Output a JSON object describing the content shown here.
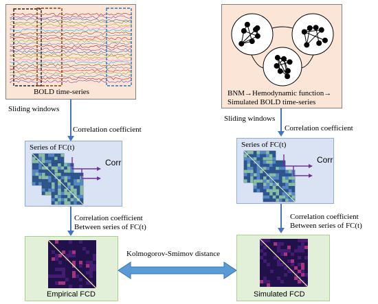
{
  "left": {
    "bold_caption": "BOLD time-series",
    "sliding_windows": "Sliding windows",
    "correlation_coefficient": "Correlation coefficient",
    "series_title": "Series of FC(t)",
    "corr_label": "Corr",
    "corr_between_line1": "Correlation coefficient",
    "corr_between_line2": "Between series of FC(t)",
    "fcd_label": "Empirical FCD"
  },
  "right": {
    "bnm_line1": "BNM→Hemodynamic function→",
    "bnm_line2": "Simulated BOLD time-series",
    "sliding_windows": "Sliding windows",
    "correlation_coefficient": "Correlation coefficient",
    "series_title": "Series of FC(t)",
    "corr_label": "Corr",
    "corr_between_line1": "Correlation coefficient",
    "corr_between_line2": "Between series of FC(t)",
    "fcd_label": "Simulated FCD"
  },
  "middle": {
    "distance_label": "Kolmogorov-Smimov distance"
  },
  "colors": {
    "bold_box_fill": "#fbe5d6",
    "blue_box_fill": "#dae3f3",
    "blue_box_border": "#8faadc",
    "green_box_fill": "#e2f0d9",
    "green_box_border": "#a9d18e",
    "arrow_blue": "#4472c4",
    "corr_arrow": "#7030a0",
    "fcd_bg": "#1a0f3c"
  }
}
